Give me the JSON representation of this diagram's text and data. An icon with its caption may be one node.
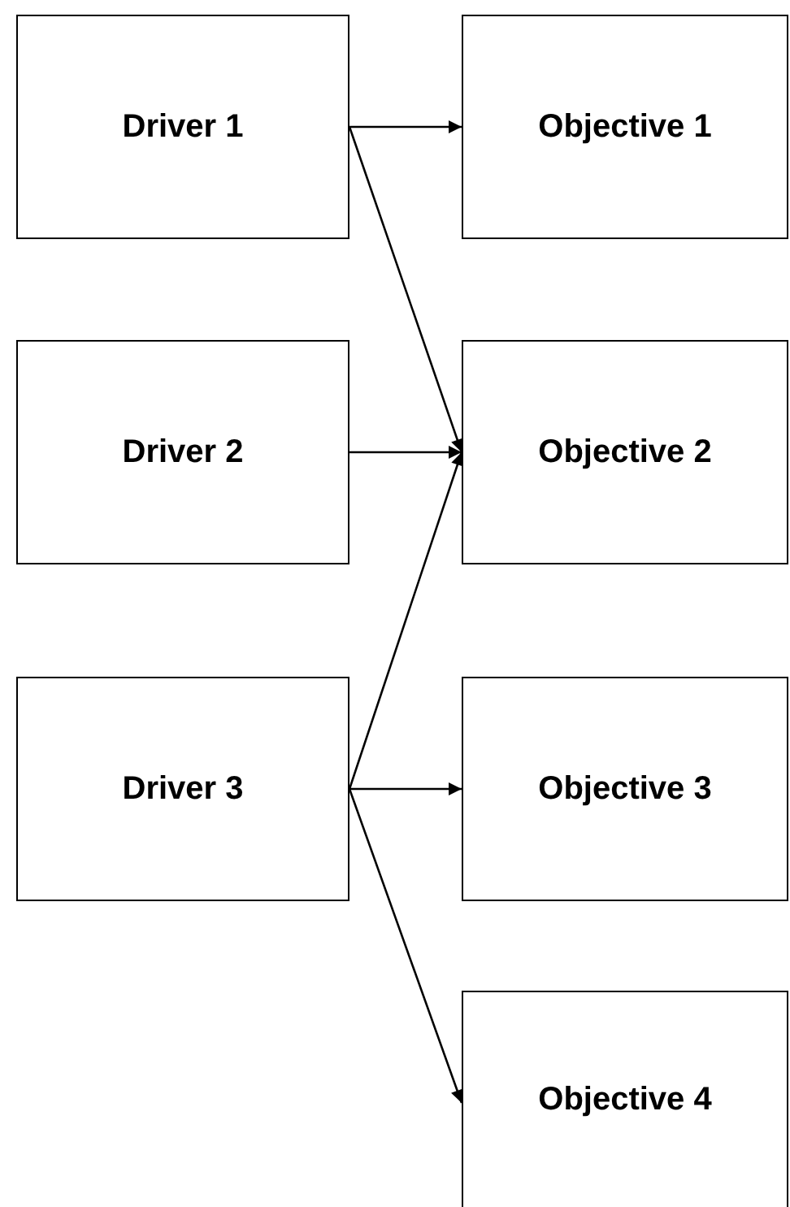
{
  "diagram": {
    "nodes": [
      {
        "text": [
          "Driver 1"
        ]
      },
      {
        "text": [
          "Objective 1"
        ]
      },
      {
        "text": [
          "Driver 2"
        ]
      },
      {
        "text": [
          "Objective 2"
        ]
      },
      {
        "text": [
          "Driver 3"
        ]
      },
      {
        "text": [
          "Objective 3"
        ]
      },
      {
        "text": [
          "Objective 4"
        ]
      }
    ],
    "edges": [
      {
        "from": 0,
        "to": 1,
        "arrow": "to"
      },
      {
        "from": 0,
        "to": 3,
        "arrow": "to"
      },
      {
        "from": 2,
        "to": 3,
        "arrow": "to"
      },
      {
        "from": 4,
        "to": 3,
        "arrow": "to"
      },
      {
        "from": 4,
        "to": 5,
        "arrow": "to"
      },
      {
        "from": 4,
        "to": 6,
        "arrow": "to"
      }
    ]
  }
}
